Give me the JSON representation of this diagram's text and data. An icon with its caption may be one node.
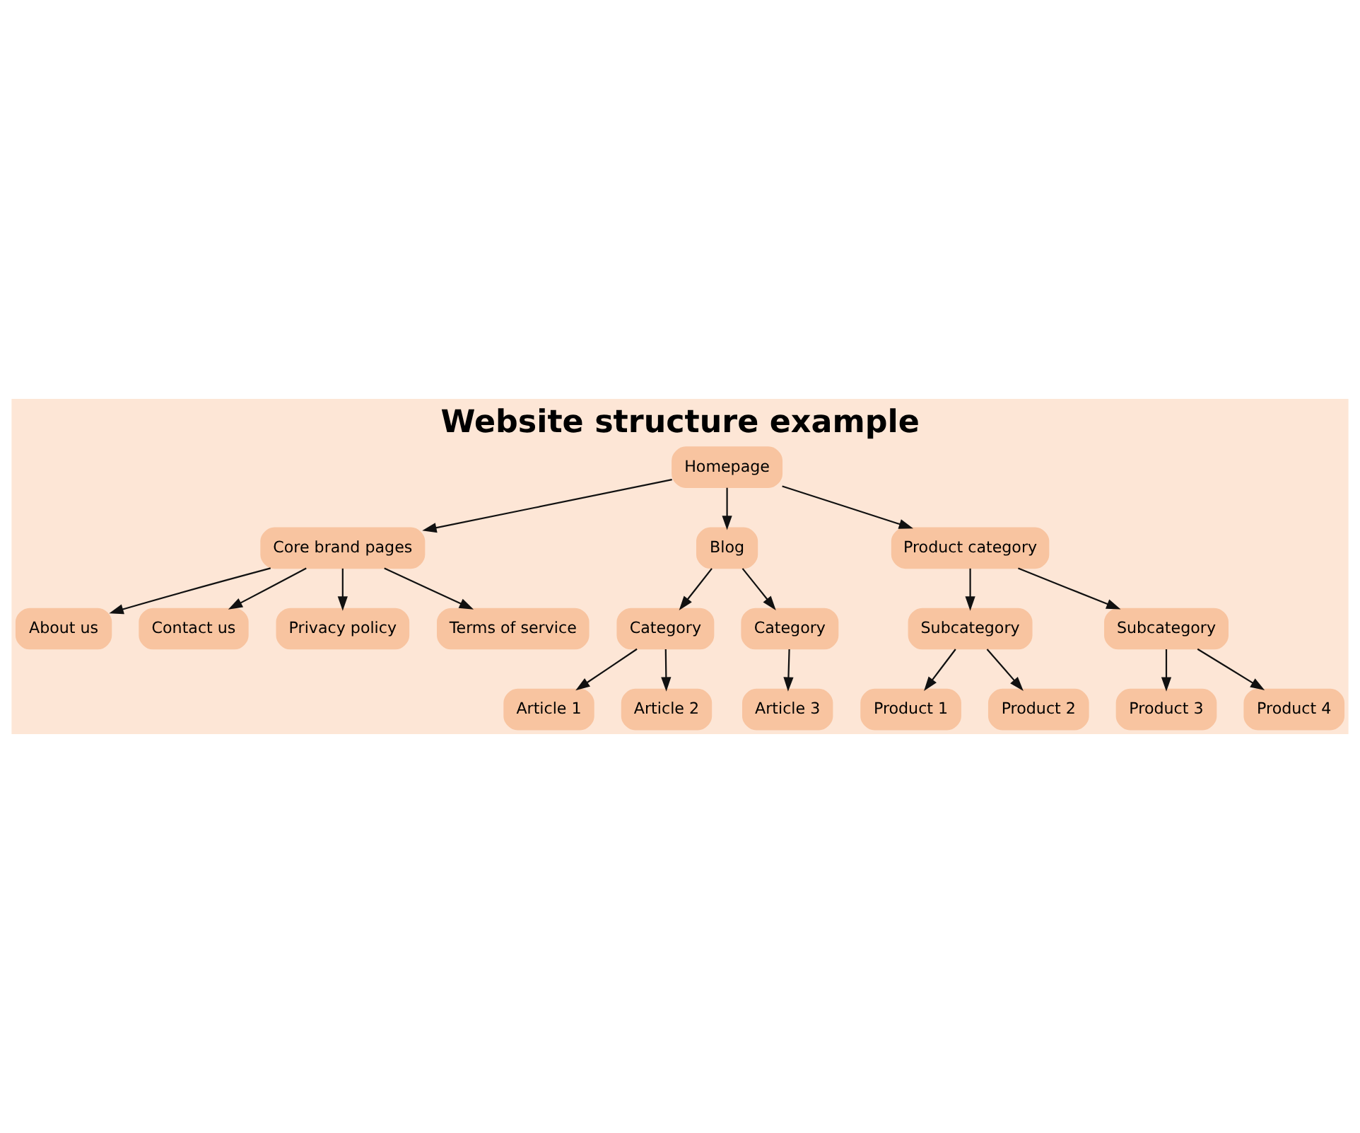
{
  "diagram": {
    "title": "Website structure example",
    "nodes": [
      {
        "text": [
          "Homepage"
        ]
      },
      {
        "text": [
          "Core brand pages"
        ]
      },
      {
        "text": [
          "About us"
        ]
      },
      {
        "text": [
          "Contact us"
        ]
      },
      {
        "text": [
          "Privacy policy"
        ]
      },
      {
        "text": [
          "Terms of service"
        ]
      },
      {
        "text": [
          "Blog"
        ]
      },
      {
        "text": [
          "Category"
        ]
      },
      {
        "text": [
          "Category"
        ]
      },
      {
        "text": [
          "Article 1"
        ]
      },
      {
        "text": [
          "Article 2"
        ]
      },
      {
        "text": [
          "Article 3"
        ]
      },
      {
        "text": [
          "Product category"
        ]
      },
      {
        "text": [
          "Subcategory"
        ]
      },
      {
        "text": [
          "Subcategory"
        ]
      },
      {
        "text": [
          "Product 1"
        ]
      },
      {
        "text": [
          "Product 2"
        ]
      },
      {
        "text": [
          "Product 3"
        ]
      },
      {
        "text": [
          "Product 4"
        ]
      }
    ],
    "edges": [
      {
        "from": 0,
        "to": 1,
        "arrow": "to"
      },
      {
        "from": 0,
        "to": 12,
        "arrow": "to"
      },
      {
        "from": 0,
        "to": 6,
        "arrow": "to"
      },
      {
        "from": 1,
        "to": 2,
        "arrow": "to"
      },
      {
        "from": 1,
        "to": 3,
        "arrow": "to"
      },
      {
        "from": 1,
        "to": 4,
        "arrow": "to"
      },
      {
        "from": 1,
        "to": 5,
        "arrow": "to"
      },
      {
        "from": 6,
        "to": 7,
        "arrow": "to"
      },
      {
        "from": 6,
        "to": 8,
        "arrow": "to"
      },
      {
        "from": 7,
        "to": 9,
        "arrow": "to"
      },
      {
        "from": 7,
        "to": 10,
        "arrow": "to"
      },
      {
        "from": 8,
        "to": 11,
        "arrow": "to"
      },
      {
        "from": 12,
        "to": 13,
        "arrow": "to"
      },
      {
        "from": 12,
        "to": 14,
        "arrow": "to"
      },
      {
        "from": 13,
        "to": 15,
        "arrow": "to"
      },
      {
        "from": 13,
        "to": 16,
        "arrow": "to"
      },
      {
        "from": 14,
        "to": 17,
        "arrow": "to"
      },
      {
        "from": 14,
        "to": 18,
        "arrow": "to"
      }
    ]
  }
}
